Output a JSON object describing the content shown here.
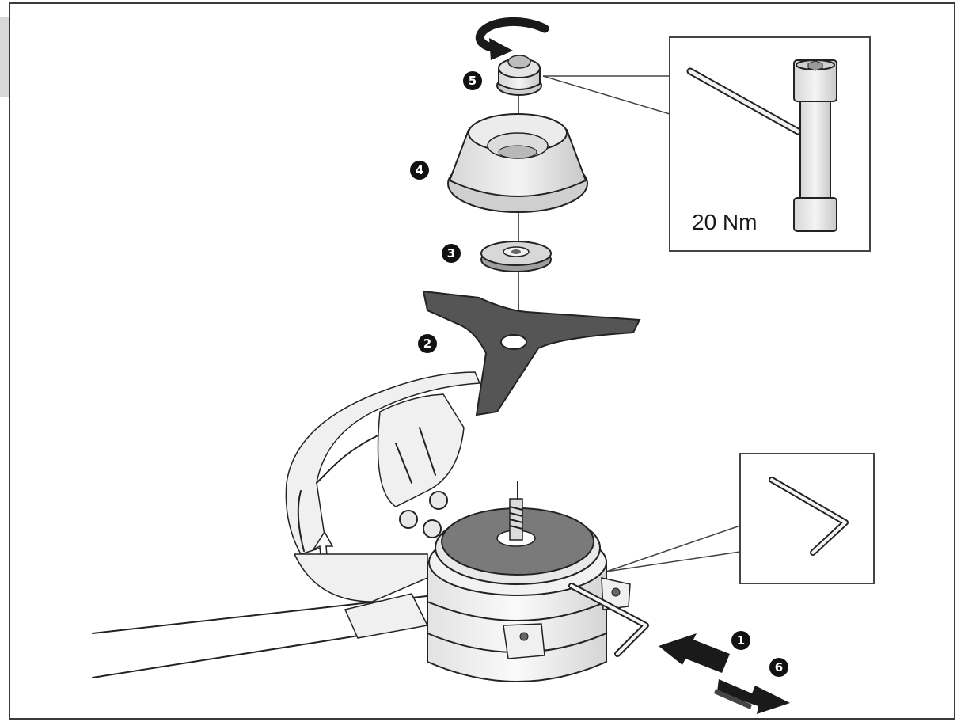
{
  "torque_callout": {
    "value_text": "20 Nm"
  },
  "parts": [
    {
      "number": "1"
    },
    {
      "number": "2"
    },
    {
      "number": "3"
    },
    {
      "number": "4"
    },
    {
      "number": "5"
    },
    {
      "number": "6"
    }
  ],
  "colors": {
    "ink": "#222222",
    "blade": "#555555",
    "hub_plate": "#7a7a7a",
    "arrow": "#1a1a1a"
  },
  "icons": [
    "rotation-arrow-icon",
    "socket-wrench-icon",
    "allen-key-icon",
    "push-arrow-icon",
    "pull-arrow-icon"
  ]
}
